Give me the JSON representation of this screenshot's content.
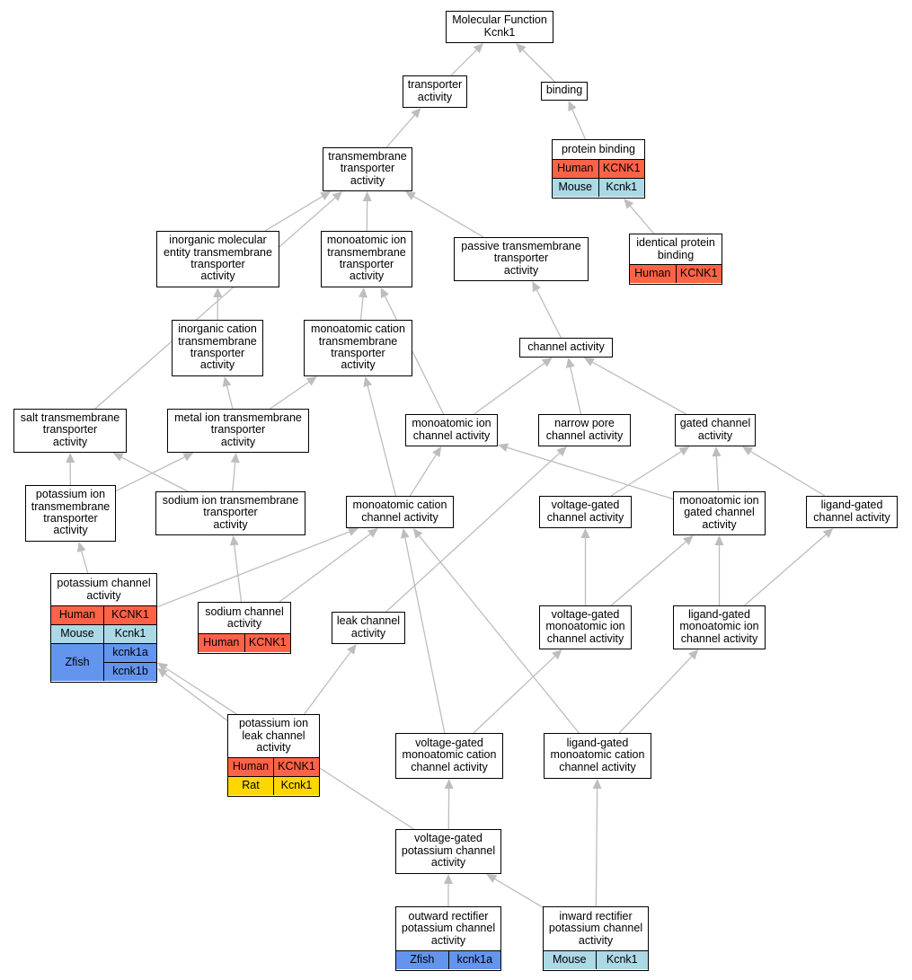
{
  "colors": {
    "edge": "#bdbdbd",
    "human": "#ff6347",
    "mouse": "#add8e6",
    "rat": "#ffd700",
    "zfish": "#6495ed"
  },
  "nodes": {
    "mf": {
      "label": "Molecular Function\nKcnk1"
    },
    "transporter": {
      "label": "transporter\nactivity"
    },
    "binding": {
      "label": "binding"
    },
    "tm_transporter": {
      "label": "transmembrane\ntransporter\nactivity"
    },
    "protein_binding": {
      "label": "protein binding",
      "rows": [
        {
          "species": "Human",
          "genes": [
            "KCNK1"
          ]
        },
        {
          "species": "Mouse",
          "genes": [
            "Kcnk1"
          ]
        }
      ]
    },
    "identical_pb": {
      "label": "identical protein\nbinding",
      "rows": [
        {
          "species": "Human",
          "genes": [
            "KCNK1"
          ]
        }
      ]
    },
    "inorg_mol": {
      "label": "inorganic molecular\nentity transmembrane\ntransporter\nactivity"
    },
    "monoion_tm": {
      "label": "monoatomic ion\ntransmembrane\ntransporter\nactivity"
    },
    "passive_tm": {
      "label": "passive transmembrane\ntransporter\nactivity"
    },
    "inorg_cation": {
      "label": "inorganic cation\ntransmembrane\ntransporter\nactivity"
    },
    "monocation_tm": {
      "label": "monoatomic cation\ntransmembrane\ntransporter\nactivity"
    },
    "channel": {
      "label": "channel activity"
    },
    "salt_tm": {
      "label": "salt transmembrane\ntransporter\nactivity"
    },
    "metal_ion_tm": {
      "label": "metal ion transmembrane\ntransporter\nactivity"
    },
    "monoion_channel": {
      "label": "monoatomic ion\nchannel activity"
    },
    "narrow_pore": {
      "label": "narrow pore\nchannel activity"
    },
    "gated_channel": {
      "label": "gated channel\nactivity"
    },
    "k_ion_tm": {
      "label": "potassium ion\ntransmembrane\ntransporter\nactivity"
    },
    "na_ion_tm": {
      "label": "sodium ion transmembrane\ntransporter\nactivity"
    },
    "monocation_channel": {
      "label": "monoatomic cation\nchannel activity"
    },
    "vg_channel": {
      "label": "voltage-gated\nchannel activity"
    },
    "monoion_gated": {
      "label": "monoatomic ion\ngated channel\nactivity"
    },
    "lg_channel": {
      "label": "ligand-gated\nchannel activity"
    },
    "k_channel": {
      "label": "potassium channel\nactivity",
      "rows": [
        {
          "species": "Human",
          "genes": [
            "KCNK1"
          ]
        },
        {
          "species": "Mouse",
          "genes": [
            "Kcnk1"
          ]
        },
        {
          "species": "Zfish",
          "genes": [
            "kcnk1a",
            "kcnk1b"
          ]
        }
      ]
    },
    "na_channel": {
      "label": "sodium channel\nactivity",
      "rows": [
        {
          "species": "Human",
          "genes": [
            "KCNK1"
          ]
        }
      ]
    },
    "leak_channel": {
      "label": "leak channel\nactivity"
    },
    "vg_monoion": {
      "label": "voltage-gated\nmonoatomic ion\nchannel activity"
    },
    "lg_monoion": {
      "label": "ligand-gated\nmonoatomic ion\nchannel activity"
    },
    "k_leak": {
      "label": "potassium ion\nleak channel\nactivity",
      "rows": [
        {
          "species": "Human",
          "genes": [
            "KCNK1"
          ]
        },
        {
          "species": "Rat",
          "genes": [
            "Kcnk1"
          ]
        }
      ]
    },
    "vg_monocation": {
      "label": "voltage-gated\nmonoatomic cation\nchannel activity"
    },
    "lg_monocation": {
      "label": "ligand-gated\nmonoatomic cation\nchannel activity"
    },
    "vg_k": {
      "label": "voltage-gated\npotassium channel\nactivity"
    },
    "outward": {
      "label": "outward rectifier\npotassium channel\nactivity",
      "rows": [
        {
          "species": "Zfish",
          "genes": [
            "kcnk1a"
          ]
        }
      ]
    },
    "inward": {
      "label": "inward rectifier\npotassium channel\nactivity",
      "rows": [
        {
          "species": "Mouse",
          "genes": [
            "Kcnk1"
          ]
        }
      ]
    }
  },
  "edges": [
    [
      "transporter",
      "mf"
    ],
    [
      "binding",
      "mf"
    ],
    [
      "tm_transporter",
      "transporter"
    ],
    [
      "protein_binding",
      "binding"
    ],
    [
      "identical_pb",
      "protein_binding"
    ],
    [
      "inorg_mol",
      "tm_transporter"
    ],
    [
      "monoion_tm",
      "tm_transporter"
    ],
    [
      "passive_tm",
      "tm_transporter"
    ],
    [
      "salt_tm",
      "tm_transporter"
    ],
    [
      "inorg_cation",
      "inorg_mol"
    ],
    [
      "monocation_tm",
      "monoion_tm"
    ],
    [
      "monoion_channel",
      "monoion_tm"
    ],
    [
      "channel",
      "passive_tm"
    ],
    [
      "metal_ion_tm",
      "inorg_cation"
    ],
    [
      "metal_ion_tm",
      "monocation_tm"
    ],
    [
      "monocation_channel",
      "monocation_tm"
    ],
    [
      "monoion_channel",
      "channel"
    ],
    [
      "narrow_pore",
      "channel"
    ],
    [
      "gated_channel",
      "channel"
    ],
    [
      "k_ion_tm",
      "salt_tm"
    ],
    [
      "k_ion_tm",
      "metal_ion_tm"
    ],
    [
      "na_ion_tm",
      "salt_tm"
    ],
    [
      "na_ion_tm",
      "metal_ion_tm"
    ],
    [
      "monocation_channel",
      "monoion_channel"
    ],
    [
      "monoion_gated",
      "monoion_channel"
    ],
    [
      "monoion_gated",
      "gated_channel"
    ],
    [
      "vg_channel",
      "gated_channel"
    ],
    [
      "lg_channel",
      "gated_channel"
    ],
    [
      "k_channel",
      "k_ion_tm"
    ],
    [
      "k_channel",
      "monocation_channel"
    ],
    [
      "na_channel",
      "na_ion_tm"
    ],
    [
      "na_channel",
      "monocation_channel"
    ],
    [
      "leak_channel",
      "narrow_pore"
    ],
    [
      "vg_monoion",
      "vg_channel"
    ],
    [
      "vg_monoion",
      "monoion_gated"
    ],
    [
      "lg_monoion",
      "monoion_gated"
    ],
    [
      "lg_monoion",
      "lg_channel"
    ],
    [
      "k_leak",
      "k_channel"
    ],
    [
      "k_leak",
      "leak_channel"
    ],
    [
      "vg_monocation",
      "vg_monoion"
    ],
    [
      "vg_monocation",
      "monocation_channel"
    ],
    [
      "lg_monocation",
      "lg_monoion"
    ],
    [
      "lg_monocation",
      "monocation_channel"
    ],
    [
      "vg_k",
      "vg_monocation"
    ],
    [
      "vg_k",
      "k_channel"
    ],
    [
      "outward",
      "vg_k"
    ],
    [
      "inward",
      "vg_k"
    ],
    [
      "inward",
      "lg_monocation"
    ]
  ]
}
